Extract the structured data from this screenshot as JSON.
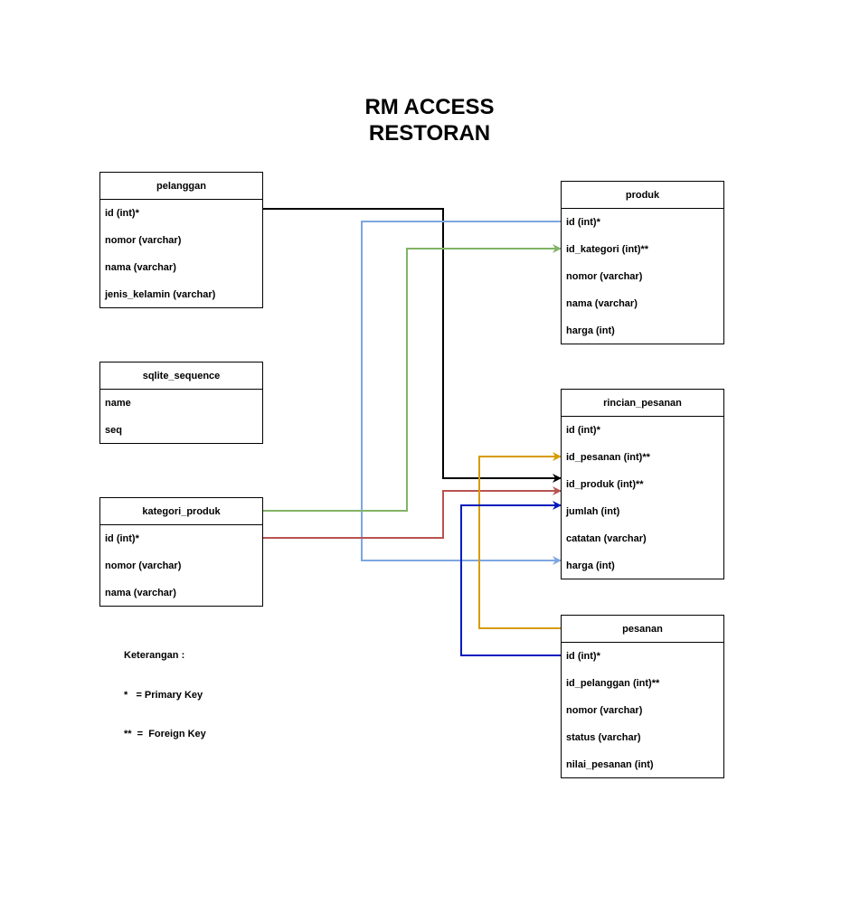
{
  "title": {
    "line1": "RM ACCESS",
    "line2": "RESTORAN"
  },
  "tables": {
    "pelanggan": {
      "name": "pelanggan",
      "fields": [
        "id (int)*",
        "nomor (varchar)",
        "nama (varchar)",
        "jenis_kelamin (varchar)"
      ]
    },
    "sqlite_sequence": {
      "name": "sqlite_sequence",
      "fields": [
        "name",
        "seq"
      ]
    },
    "kategori_produk": {
      "name": "kategori_produk",
      "fields": [
        "id (int)*",
        "nomor (varchar)",
        "nama (varchar)"
      ]
    },
    "produk": {
      "name": "produk",
      "fields": [
        "id (int)*",
        "id_kategori (int)**",
        "nomor (varchar)",
        "nama (varchar)",
        "harga (int)"
      ]
    },
    "rincian_pesanan": {
      "name": "rincian_pesanan",
      "fields": [
        "id (int)*",
        "id_pesanan (int)**",
        "id_produk (int)**",
        "jumlah (int)",
        "catatan (varchar)",
        "harga (int)"
      ]
    },
    "pesanan": {
      "name": "pesanan",
      "fields": [
        "id (int)*",
        "id_pelanggan (int)**",
        "nomor (varchar)",
        "status (varchar)",
        "nilai_pesanan (int)"
      ]
    }
  },
  "legend": {
    "heading": "Keterangan :",
    "primary": "*   = Primary Key",
    "foreign": "**  =  Foreign Key"
  },
  "relations": [
    {
      "from": "pelanggan.id",
      "to": "rincian_pesanan.id_produk",
      "color": "#000000"
    },
    {
      "from": "produk.id",
      "to": "rincian_pesanan.harga",
      "color": "#7EA6E0"
    },
    {
      "from": "kategori_produk.header",
      "to": "produk.id_kategori",
      "color": "#82B366"
    },
    {
      "from": "kategori_produk.id",
      "to": "rincian_pesanan.id_produk",
      "color": "#B85450"
    },
    {
      "from": "pesanan.header",
      "to": "rincian_pesanan.id_pesanan",
      "color": "#D79B00"
    },
    {
      "from": "pesanan.id",
      "to": "rincian_pesanan.jumlah",
      "color": "#001DBC"
    }
  ]
}
